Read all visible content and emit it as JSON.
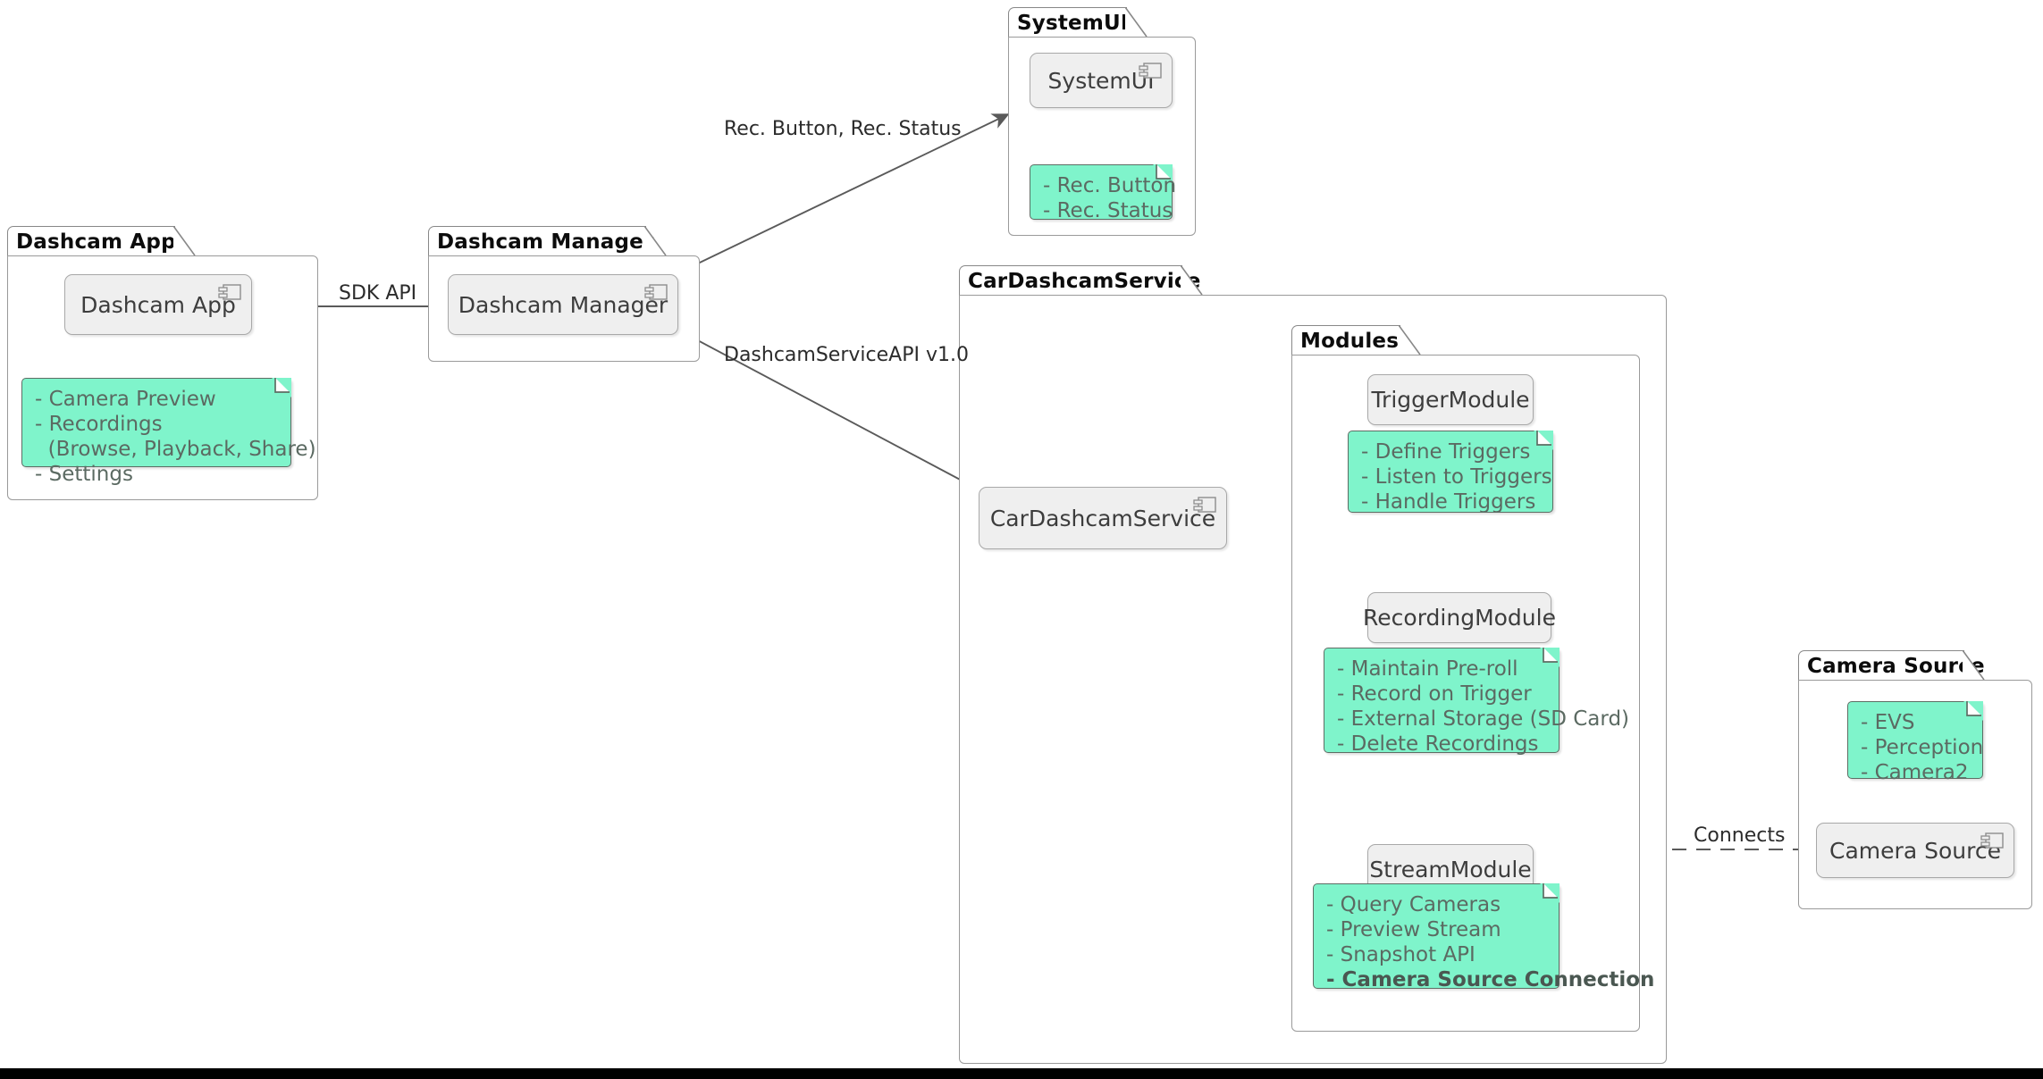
{
  "diagram": {
    "type": "uml-component-diagram",
    "background": "#ffffff",
    "colors": {
      "note_fill": "#7FF4CB",
      "note_border": "#5d6d64",
      "note_text": "#5b6a62",
      "component_fill": "#efefef",
      "component_border": "#a8a8a8",
      "component_text": "#3d3d3d",
      "package_border": "#9a9a9a",
      "package_title": "#0c0c0c",
      "edge": "#5a5a5a",
      "bottom_bar": "#000000"
    }
  },
  "packages": {
    "dashcam_app": {
      "title": "Dashcam App",
      "component": {
        "label": "Dashcam App",
        "icon": "component-icon"
      },
      "note": {
        "lines": [
          "- Camera Preview",
          "- Recordings",
          "  (Browse, Playback, Share)",
          "- Settings"
        ]
      }
    },
    "dashcam_manager": {
      "title": "Dashcam Manager",
      "component": {
        "label": "Dashcam Manager",
        "icon": "component-icon"
      }
    },
    "system_ui": {
      "title": "SystemUI",
      "component": {
        "label": "SystemUI",
        "icon": "component-icon"
      },
      "note": {
        "lines": [
          "- Rec. Button",
          "- Rec. Status"
        ]
      }
    },
    "car_dashcam_service": {
      "title": "CarDashcamService",
      "component": {
        "label": "CarDashcamService",
        "icon": "component-icon"
      },
      "nested": {
        "modules": {
          "title": "Modules",
          "components": [
            {
              "label": "TriggerModule",
              "icon": "none",
              "note": {
                "lines": [
                  "- Define Triggers",
                  "- Listen to Triggers",
                  "- Handle Triggers"
                ]
              }
            },
            {
              "label": "RecordingModule",
              "icon": "none",
              "note": {
                "lines": [
                  "- Maintain Pre-roll",
                  "- Record on Trigger",
                  "- External Storage (SD Card)",
                  "- Delete Recordings"
                ]
              }
            },
            {
              "label": "StreamModule",
              "icon": "none",
              "note": {
                "lines": [
                  "- Query Cameras",
                  "- Preview Stream",
                  "- Snapshot API",
                  "- Camera Source Connection"
                ],
                "bold_lines": [
                  3
                ]
              }
            }
          ]
        }
      }
    },
    "camera_source": {
      "title": "Camera Source",
      "component": {
        "label": "Camera Source",
        "icon": "component-icon"
      },
      "note": {
        "lines": [
          "- EVS",
          "- Perception",
          "- Camera2"
        ]
      }
    }
  },
  "edges": [
    {
      "id": "app-to-manager",
      "label": "SDK API",
      "style": "solid-arrow",
      "from": "Dashcam App",
      "to": "Dashcam Manager"
    },
    {
      "id": "manager-to-systemui",
      "label": "Rec. Button, Rec. Status",
      "style": "solid-arrow",
      "from": "Dashcam Manager",
      "to": "SystemUI"
    },
    {
      "id": "manager-to-service",
      "label": "DashcamServiceAPI v1.0",
      "style": "solid-arrow",
      "from": "Dashcam Manager",
      "to": "CarDashcamService"
    },
    {
      "id": "service-to-trigger",
      "label": "",
      "style": "solid-arrow",
      "from": "CarDashcamService",
      "to": "TriggerModule"
    },
    {
      "id": "service-to-recording",
      "label": "",
      "style": "solid-arrow",
      "from": "CarDashcamService",
      "to": "RecordingModule"
    },
    {
      "id": "service-to-stream",
      "label": "",
      "style": "curved-arrow",
      "from": "CarDashcamService",
      "to": "StreamModule"
    },
    {
      "id": "stream-to-camera",
      "label": "Connects",
      "style": "dashed",
      "from": "StreamModule",
      "to": "Camera Source"
    }
  ]
}
